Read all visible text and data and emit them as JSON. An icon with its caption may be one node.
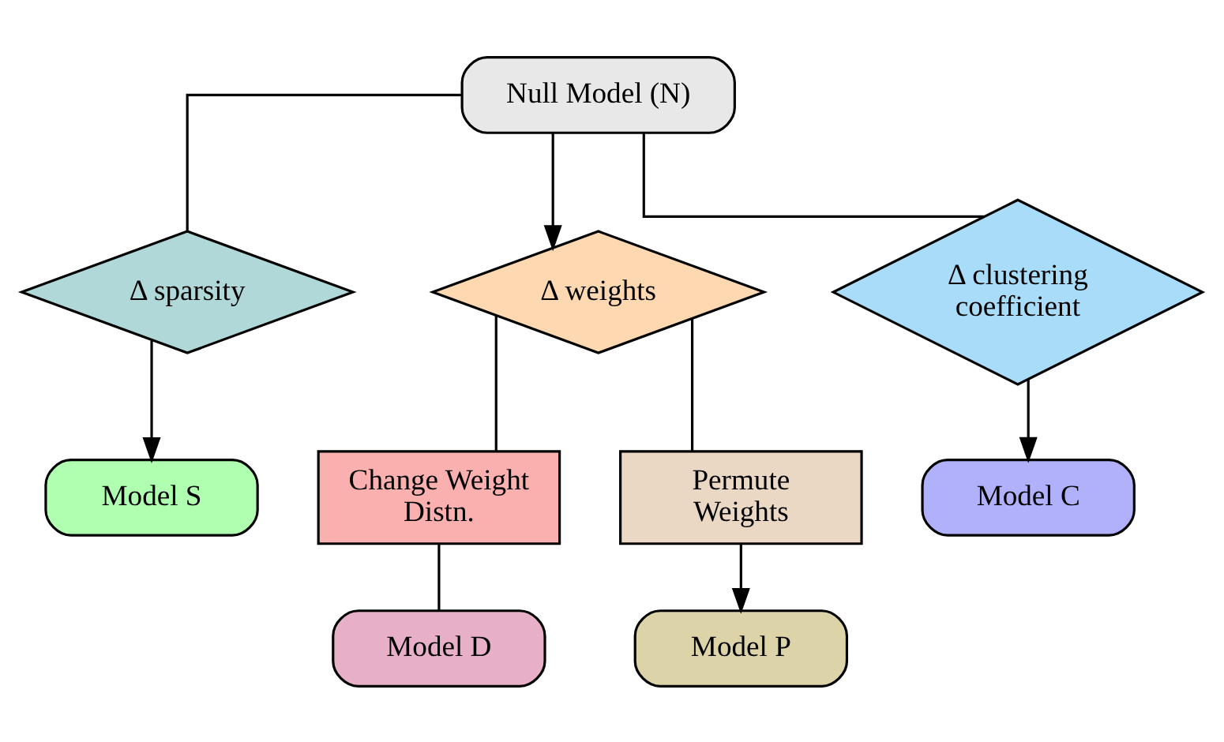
{
  "diagram": {
    "nodes": [
      {
        "text": [
          "Null Model (N)"
        ]
      },
      {
        "text": [
          "Δ sparsity"
        ]
      },
      {
        "text": [
          "Δ weights"
        ]
      },
      {
        "text": [
          "Δ clustering coefficient"
        ]
      },
      {
        "text": [
          "Model S"
        ]
      },
      {
        "text": [
          "Change Weight Distn."
        ]
      },
      {
        "text": [
          "Permute Weights"
        ]
      },
      {
        "text": [
          "Model C"
        ]
      },
      {
        "text": [
          "Model D"
        ]
      },
      {
        "text": [
          "Model P"
        ]
      }
    ],
    "edges": [
      {
        "from": 0,
        "to": 1,
        "arrow": "none"
      },
      {
        "from": 0,
        "to": 2,
        "arrow": "to"
      },
      {
        "from": 0,
        "to": 3,
        "arrow": "none"
      },
      {
        "from": 1,
        "to": 4,
        "arrow": "to"
      },
      {
        "from": 2,
        "to": 5,
        "arrow": "none"
      },
      {
        "from": 2,
        "to": 6,
        "arrow": "none"
      },
      {
        "from": 3,
        "to": 7,
        "arrow": "to"
      },
      {
        "from": 5,
        "to": 8,
        "arrow": "none"
      },
      {
        "from": 6,
        "to": 9,
        "arrow": "to"
      }
    ]
  }
}
